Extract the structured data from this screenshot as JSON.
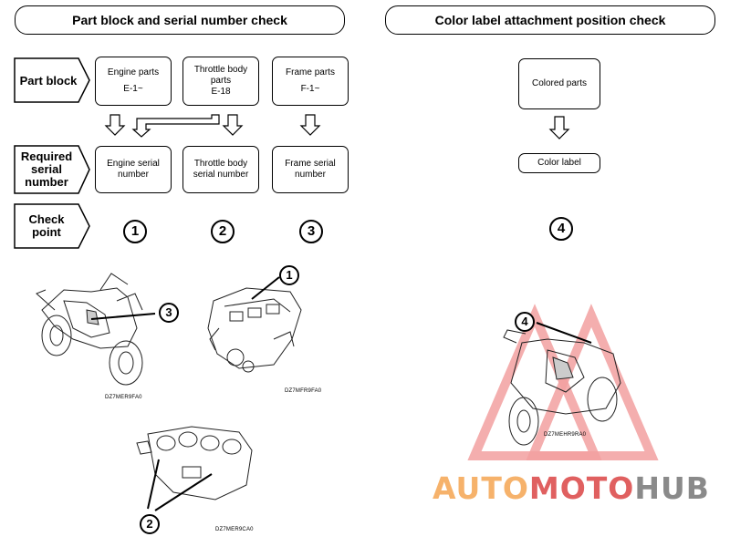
{
  "left_header": "Part block and serial number check",
  "right_header": "Color label attachment position check",
  "row_labels": {
    "part_block": "Part block",
    "required_serial": "Required serial number",
    "check_point": "Check point"
  },
  "part_blocks": [
    {
      "name": "Engine parts",
      "code": "E-1~"
    },
    {
      "name": "Throttle body parts",
      "code": "E-18"
    },
    {
      "name": "Frame parts",
      "code": "F-1~"
    }
  ],
  "serial_boxes": [
    "Engine serial number",
    "Throttle body serial number",
    "Frame serial number"
  ],
  "check_points": [
    "1",
    "2",
    "3"
  ],
  "colored_parts": "Colored parts",
  "color_label": "Color label",
  "right_check_point": "4",
  "figure_codes": {
    "motorcycle": "DZ7MER9FA0",
    "engine": "DZ7MFR9FA0",
    "throttle": "DZ7MER9CA0",
    "right_bike": "DZ7MEHR9RA0"
  },
  "callouts": {
    "engine": "1",
    "throttle": "2",
    "motorcycle": "3",
    "right_bike": "4"
  },
  "watermark": {
    "auto": "AUTO",
    "moto": "MOTO",
    "hub": "HUB"
  },
  "colors": {
    "watermark_orange": "#f6b26b",
    "watermark_red": "#e06060",
    "watermark_gray": "#8a8a8a"
  }
}
